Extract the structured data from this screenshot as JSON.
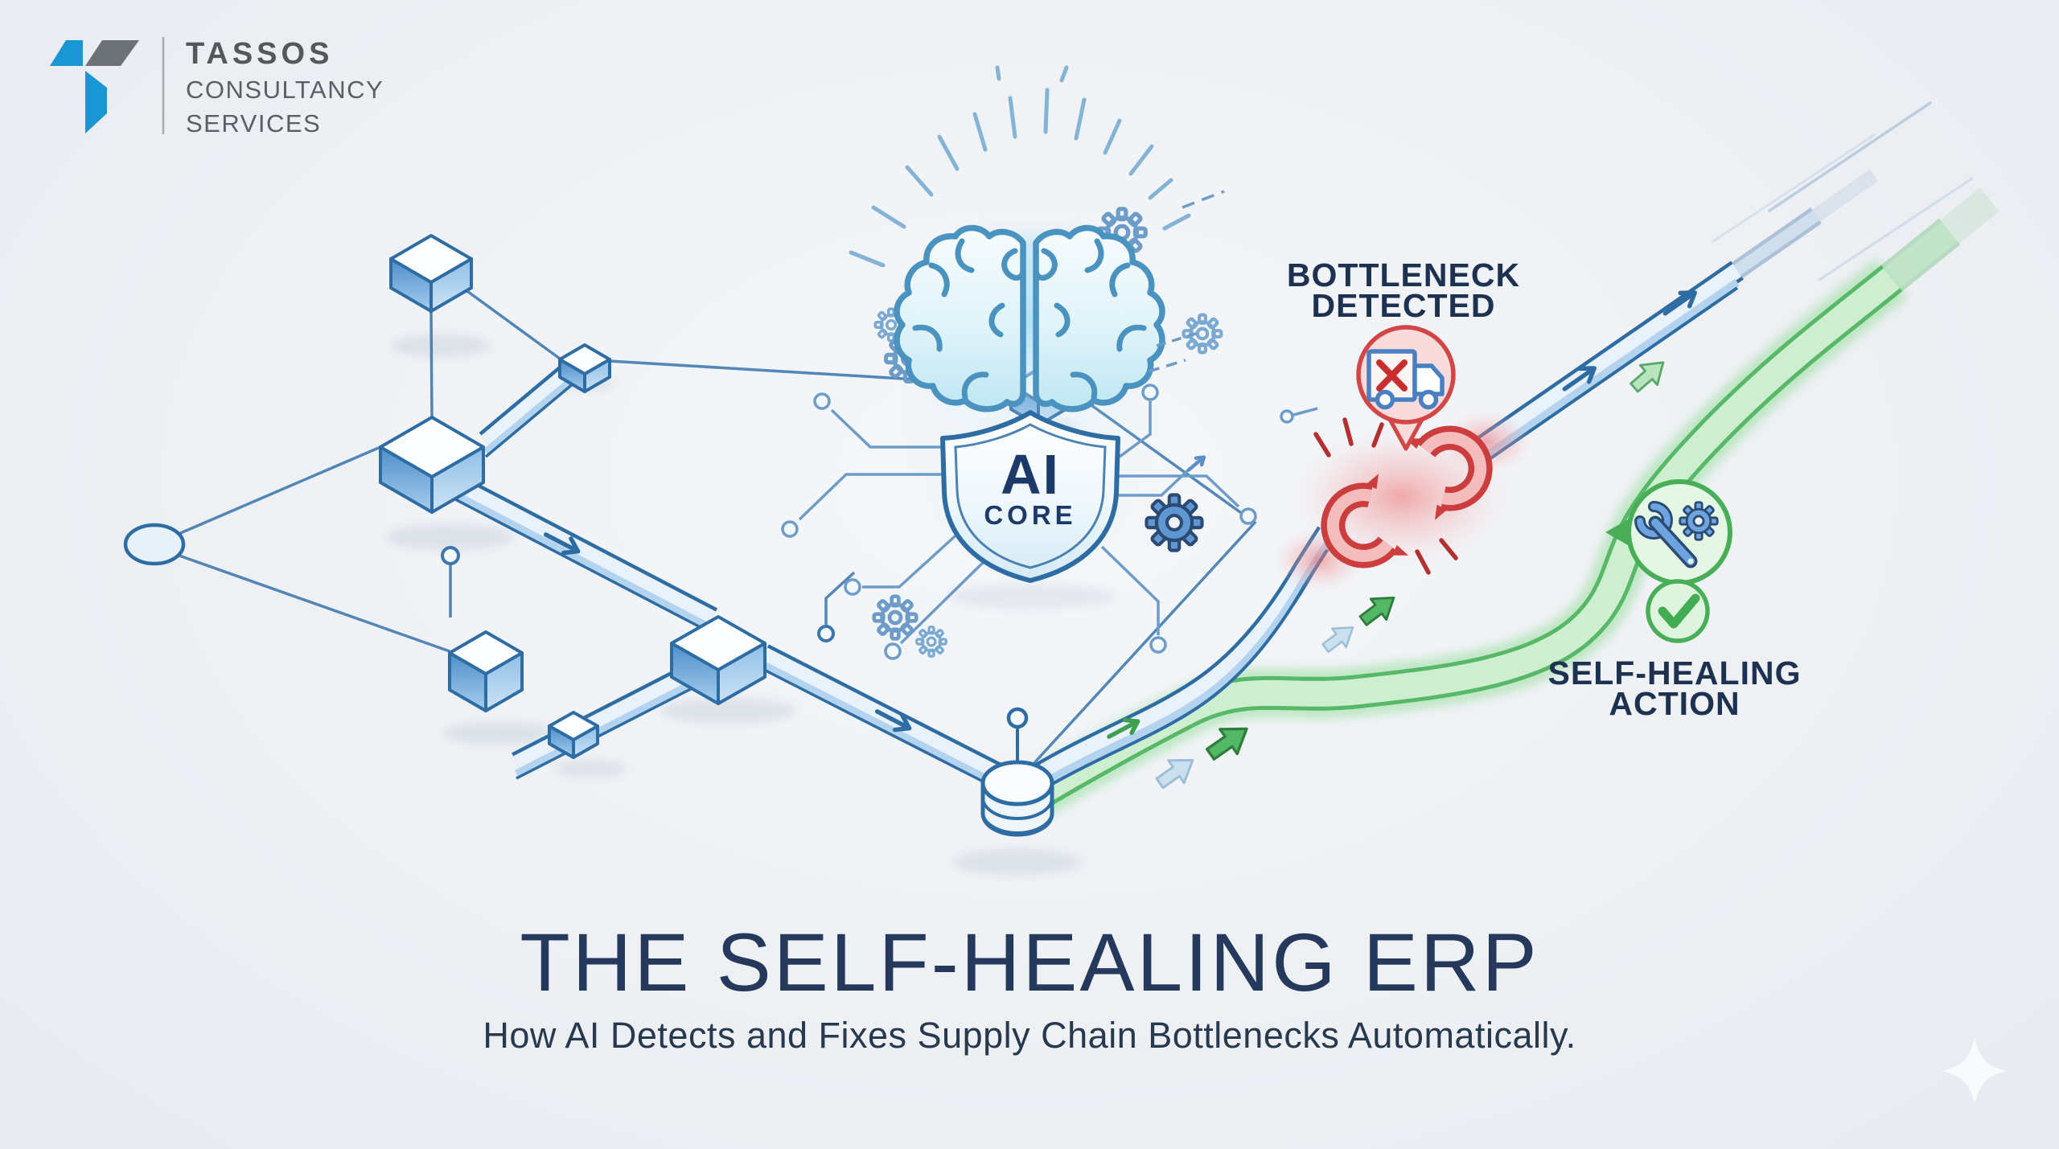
{
  "page": {
    "background": "#eef0f4"
  },
  "brand": {
    "line1": "TASSOS",
    "line2": "CONSULTANCY",
    "line3": "SERVICES"
  },
  "illustration": {
    "ai_core_badge": {
      "line1": "AI",
      "line2": "CORE"
    },
    "bottleneck_callout": {
      "line1": "BOTTLENECK",
      "line2": "DETECTED"
    },
    "self_healing_callout": {
      "line1": "SELF-HEALING",
      "line2": "ACTION"
    },
    "icons": [
      "brand-mark",
      "network-node-cube",
      "conveyor-rail",
      "database-cylinder",
      "brain-icon",
      "gear-icon",
      "sparkle-icon",
      "ai-core-shield",
      "circuit-trace",
      "alert-pin",
      "truck-error-icon",
      "broken-chain-icon",
      "flow-arrow-icon",
      "self-healing-path",
      "wrench-gear-icon",
      "check-icon",
      "star-glow-icon"
    ]
  },
  "caption": {
    "title": "THE SELF-HEALING ERP",
    "subtitle": "How AI Detects and Fixes Supply Chain Bottlenecks Automatically."
  },
  "colors": {
    "background": "#eef0f4",
    "line_blue": "#2e6da4",
    "navy_text": "#1e3150",
    "brand_blue": "#1a96d4",
    "brand_gray": "#5a5f66",
    "alert_red": "#d24646",
    "success_green": "#49ae58",
    "glow_cyan": "#bfe9f7"
  }
}
